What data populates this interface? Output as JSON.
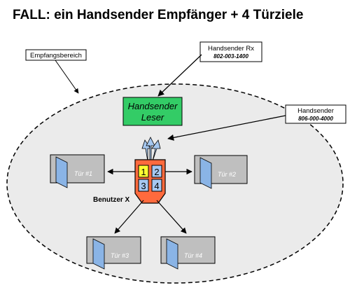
{
  "title": "FALL: ein Handsender Empfänger + 4 Türziele",
  "reception_area_label": "Empfangsbereich",
  "receiver_box": {
    "title": "Handsender Rx",
    "id": "802-003-1400"
  },
  "transmitter_box": {
    "title": "Handsender",
    "id": "806-000-4000"
  },
  "reader": {
    "line1": "Handsender",
    "line2": "Leser"
  },
  "user_label": "Benutzer X",
  "remote_buttons": [
    "1",
    "2",
    "3",
    "4"
  ],
  "doors": [
    "Tür #1",
    "Tür #2",
    "Tür #3",
    "Tür #4"
  ],
  "colors": {
    "ellipse_fill": "#ebebeb",
    "door_box_fill": "#bfbfbf",
    "door_panel": "#8ab4e6",
    "reader_fill": "#33cc66",
    "remote_body": "#ff6a3d",
    "button_active": "#ffff33",
    "button_inactive": "#a6c8f0",
    "signal_arrow": "#a6c8f0"
  }
}
